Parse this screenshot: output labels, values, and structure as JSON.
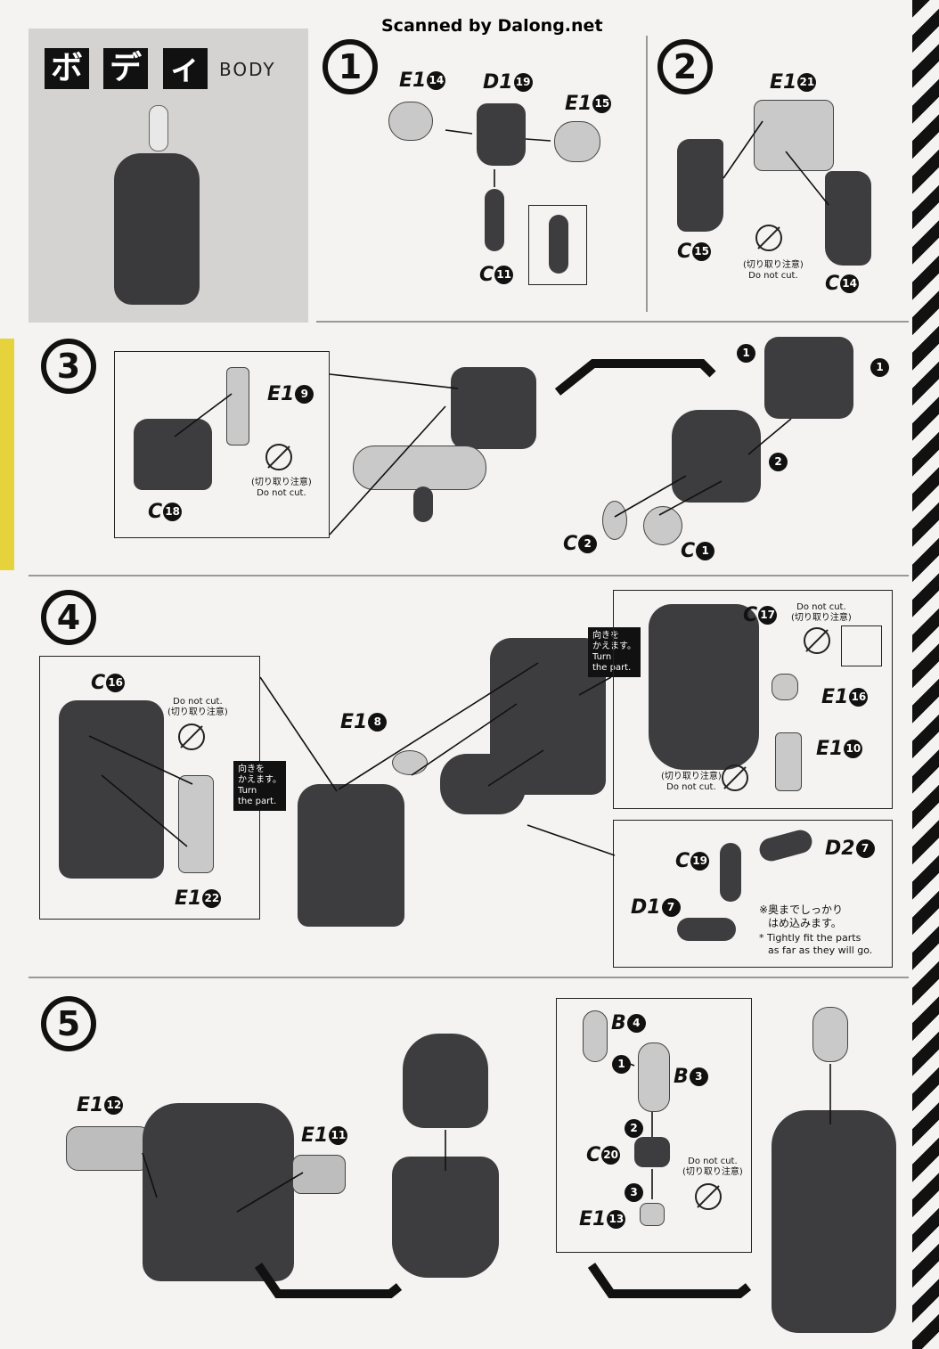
{
  "scan_credit": "Scanned by Dalong.net",
  "header": {
    "kana": [
      "ボ",
      "デ",
      "ィ"
    ],
    "title": "BODY"
  },
  "steps": [
    "1",
    "2",
    "3",
    "4",
    "5"
  ],
  "parts": {
    "s1": [
      {
        "letter": "E1",
        "num": "14"
      },
      {
        "letter": "D1",
        "num": "19"
      },
      {
        "letter": "E1",
        "num": "15"
      },
      {
        "letter": "C",
        "num": "11"
      }
    ],
    "s2": [
      {
        "letter": "E1",
        "num": "21"
      },
      {
        "letter": "C",
        "num": "15"
      },
      {
        "letter": "C",
        "num": "14"
      }
    ],
    "s3": [
      {
        "letter": "E1",
        "num": "9"
      },
      {
        "letter": "C",
        "num": "18"
      },
      {
        "letter": "C",
        "num": "2"
      },
      {
        "letter": "C",
        "num": "1"
      }
    ],
    "s4": [
      {
        "letter": "C",
        "num": "16"
      },
      {
        "letter": "E1",
        "num": "22"
      },
      {
        "letter": "E1",
        "num": "8"
      },
      {
        "letter": "C",
        "num": "17"
      },
      {
        "letter": "E1",
        "num": "16"
      },
      {
        "letter": "E1",
        "num": "10"
      },
      {
        "letter": "C",
        "num": "19"
      },
      {
        "letter": "D2",
        "num": "7"
      },
      {
        "letter": "D1",
        "num": "7"
      }
    ],
    "s5": [
      {
        "letter": "E1",
        "num": "12"
      },
      {
        "letter": "E1",
        "num": "11"
      },
      {
        "letter": "B",
        "num": "4"
      },
      {
        "letter": "B",
        "num": "3"
      },
      {
        "letter": "C",
        "num": "20"
      },
      {
        "letter": "E1",
        "num": "13"
      }
    ]
  },
  "notes": {
    "caution_jp": "(切り取り注意)",
    "do_not_cut": "Do not cut.",
    "turn_jp_1": "向きを",
    "turn_jp_2": "かえます。",
    "turn_en_1": "Turn",
    "turn_en_2": "the part.",
    "fit_jp_1": "※奥までしっかり",
    "fit_jp_2": "はめ込みます。",
    "fit_en_1": "* Tightly fit the parts",
    "fit_en_2": "as far as they will go."
  },
  "sub_steps": [
    "1",
    "2",
    "3"
  ]
}
